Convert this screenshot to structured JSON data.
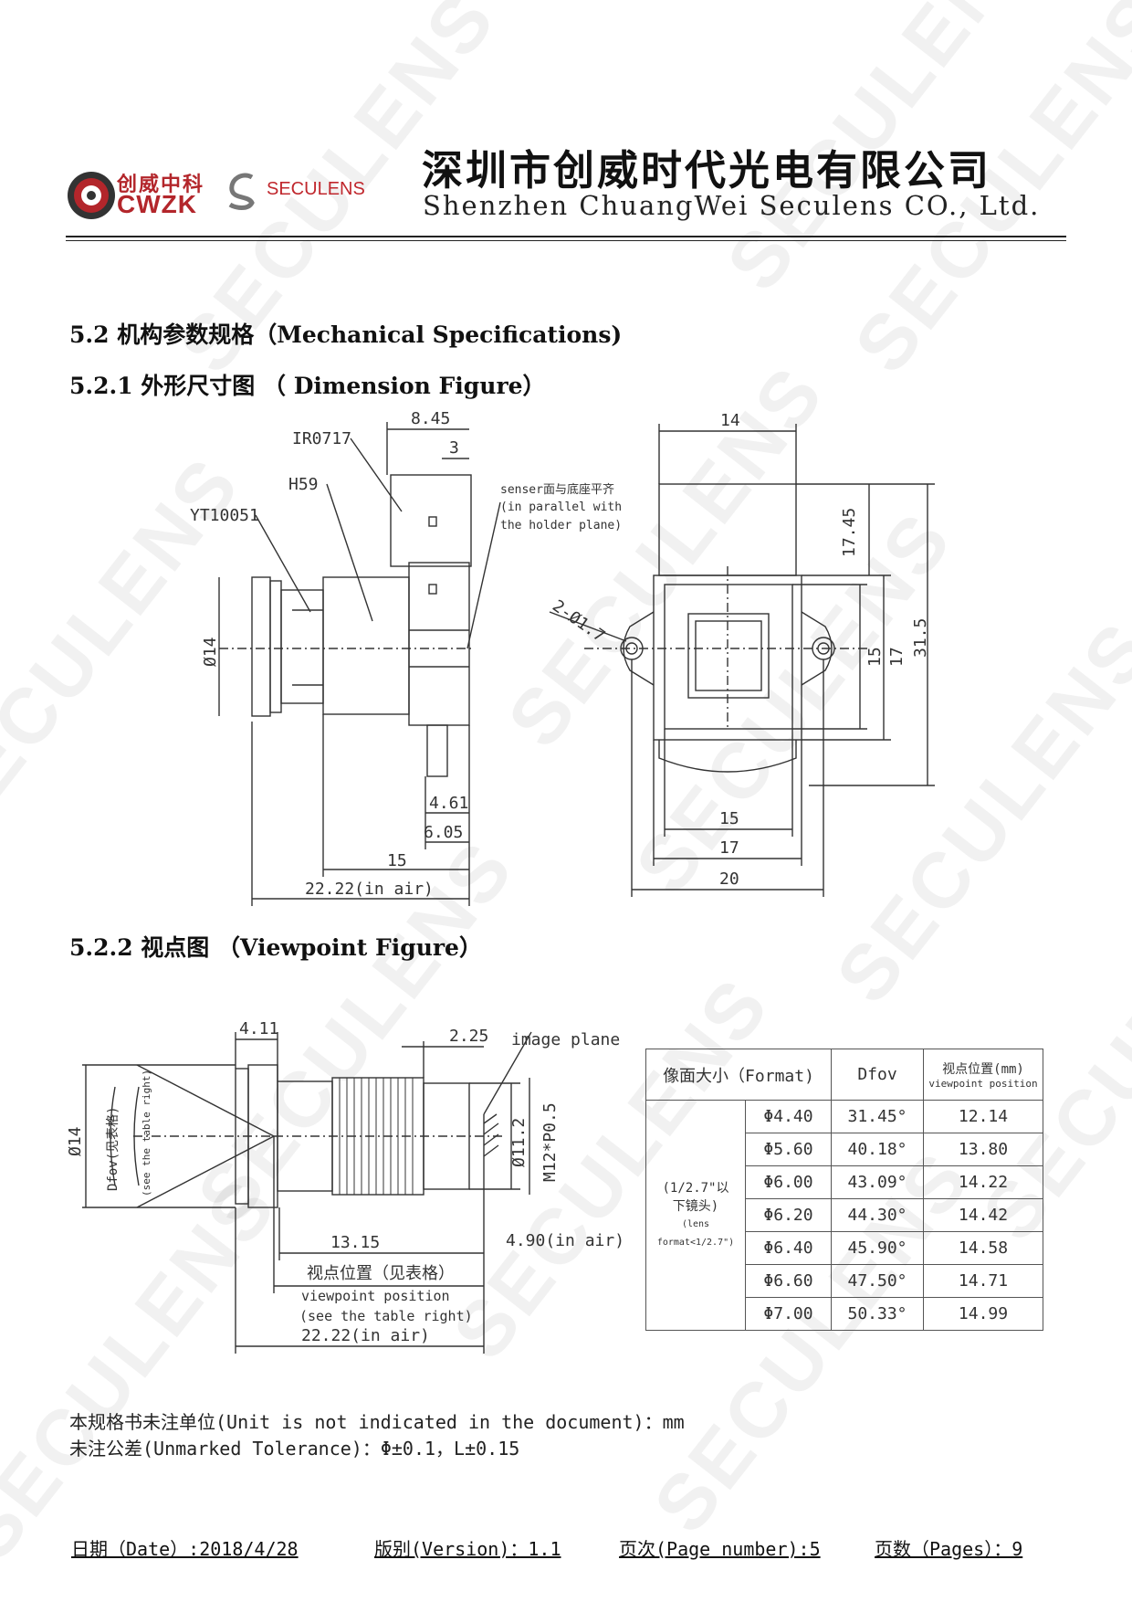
{
  "header": {
    "logo_cn": "创威中科",
    "logo_en": "CWZK",
    "seculens": "SECULENS",
    "company_cn": "深圳市创威时代光电有限公司",
    "company_en": "Shenzhen ChuangWei Seculens CO., Ltd."
  },
  "watermark_text": "SECULENS",
  "sections": {
    "s52": "5.2 机构参数规格（Mechanical Specifications)",
    "s521": "5.2.1 外形尺寸图 （ Dimension Figure）",
    "s522": "5.2.2 视点图 （Viewpoint Figure）"
  },
  "dimension_figure": {
    "part_ir": "IR0717",
    "part_h": "H59",
    "part_yt": "YT10051",
    "sensor_note_cn": "senser面与底座平齐",
    "sensor_note_en1": "(in parallel with",
    "sensor_note_en2": "the holder plane)",
    "d_845": "8.45",
    "d_3": "3",
    "d_phi14": "Ø14",
    "d_461": "4.61",
    "d_605": "6.05",
    "d_15": "15",
    "d_2222": "22.22(in air)",
    "d_top14": "14",
    "d_1745": "17.45",
    "d_hole": "2-Ø1.7",
    "d_v15": "15",
    "d_v17": "17",
    "d_v315": "31.5",
    "d_b15": "15",
    "d_b17": "17",
    "d_b20": "20"
  },
  "viewpoint_figure": {
    "d_411": "4.11",
    "d_225": "2.25",
    "image_plane": "image plane",
    "d_phi14": "Ø14",
    "dfov_label": "Dfov(见表格)",
    "see_table": "(see the table right)",
    "d_phi112": "Ø11.2",
    "thread": "M12*P0.5",
    "d_1315": "13.15",
    "d_490": "4.90(in air)",
    "vp_cn": "视点位置（见表格）",
    "vp_en": "viewpoint position",
    "vp_see": "(see the table right)",
    "d_2222": "22.22(in air)"
  },
  "table": {
    "h_format": "像面大小（Format)",
    "h_dfov": "Dfov",
    "h_vp_cn": "视点位置(mm)",
    "h_vp_en": "viewpoint position",
    "group_l1": "(1/2.7\"以",
    "group_l2": "下镜头)",
    "group_l3": "(lens format<1/2.7\")",
    "rows": [
      {
        "size": "Φ4.40",
        "dfov": "31.45°",
        "vp": "12.14"
      },
      {
        "size": "Φ5.60",
        "dfov": "40.18°",
        "vp": "13.80"
      },
      {
        "size": "Φ6.00",
        "dfov": "43.09°",
        "vp": "14.22"
      },
      {
        "size": "Φ6.20",
        "dfov": "44.30°",
        "vp": "14.42"
      },
      {
        "size": "Φ6.40",
        "dfov": "45.90°",
        "vp": "14.58"
      },
      {
        "size": "Φ6.60",
        "dfov": "47.50°",
        "vp": "14.71"
      },
      {
        "size": "Φ7.00",
        "dfov": "50.33°",
        "vp": "14.99"
      }
    ]
  },
  "notes": {
    "unit": "本规格书未注单位(Unit is not indicated in the document)：mm",
    "tolerance": "未注公差(Unmarked Tolerance)：Φ±0.1，L±0.15"
  },
  "footer": {
    "date": "日期（Date）:2018/4/28",
    "version": "版别(Version)：1.1",
    "page_number": "页次(Page number):5",
    "pages": "页数（Pages）：9"
  }
}
